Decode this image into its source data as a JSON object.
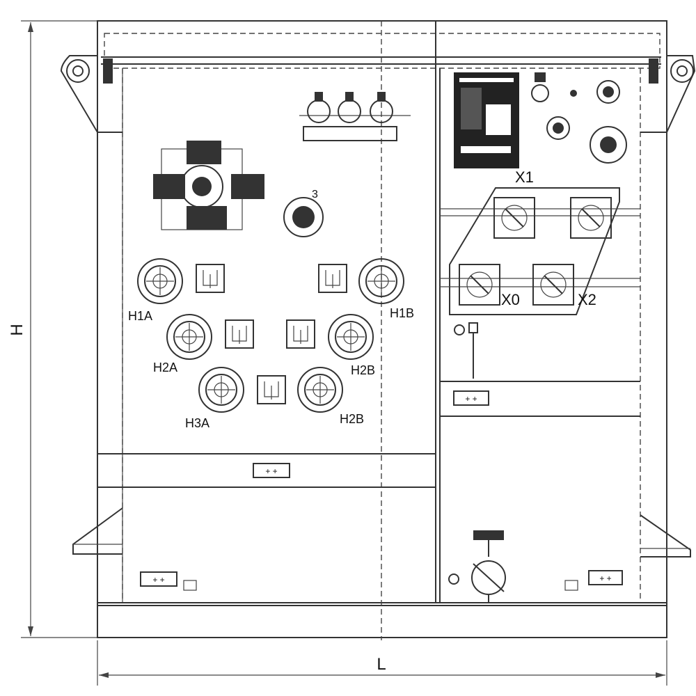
{
  "dimensions": {
    "height_label": "H",
    "length_label": "L"
  },
  "left_bushings": [
    {
      "label": "H1A"
    },
    {
      "label": "H1B"
    },
    {
      "label": "H2A"
    },
    {
      "label": "H2B"
    },
    {
      "label": "H3A"
    },
    {
      "label": "H2B"
    }
  ],
  "right_bushings": [
    {
      "label": "X1"
    },
    {
      "label": "X0"
    },
    {
      "label": "X2"
    }
  ],
  "colors": {
    "line": "#333333",
    "dark_panel": "#222222",
    "background": "#ffffff"
  }
}
